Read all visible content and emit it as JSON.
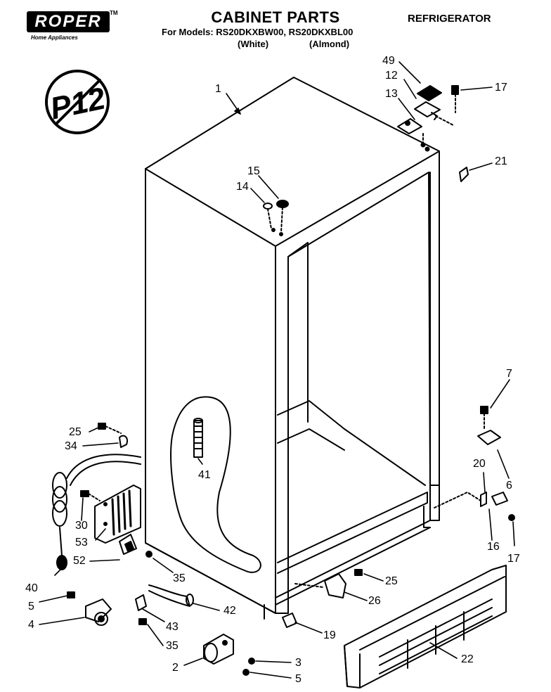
{
  "brand": {
    "name": "ROPER",
    "trademark": "TM",
    "tagline": "Home Appliances"
  },
  "header": {
    "title": "CABINET PARTS",
    "models_line": "For Models: RS20DKXBW00, RS20DKXBL00",
    "color_white": "(White)",
    "color_almond": "(Almond)",
    "appliance": "REFRIGERATOR"
  },
  "stamp": {
    "text": "P12"
  },
  "callouts": {
    "c1": "1",
    "c49": "49",
    "c12": "12",
    "c17a": "17",
    "c13": "13",
    "c21": "21",
    "c15": "15",
    "c14": "14",
    "c7": "7",
    "c25a": "25",
    "c34": "34",
    "c41": "41",
    "c20": "20",
    "c6": "6",
    "c30": "30",
    "c53": "53",
    "c16": "16",
    "c17b": "17",
    "c52": "52",
    "c40": "40",
    "c35a": "35",
    "c25b": "25",
    "c5a": "5",
    "c26": "26",
    "c42": "42",
    "c4": "4",
    "c43": "43",
    "c19": "19",
    "c35b": "35",
    "c22": "22",
    "c3": "3",
    "c2": "2",
    "c5b": "5"
  }
}
